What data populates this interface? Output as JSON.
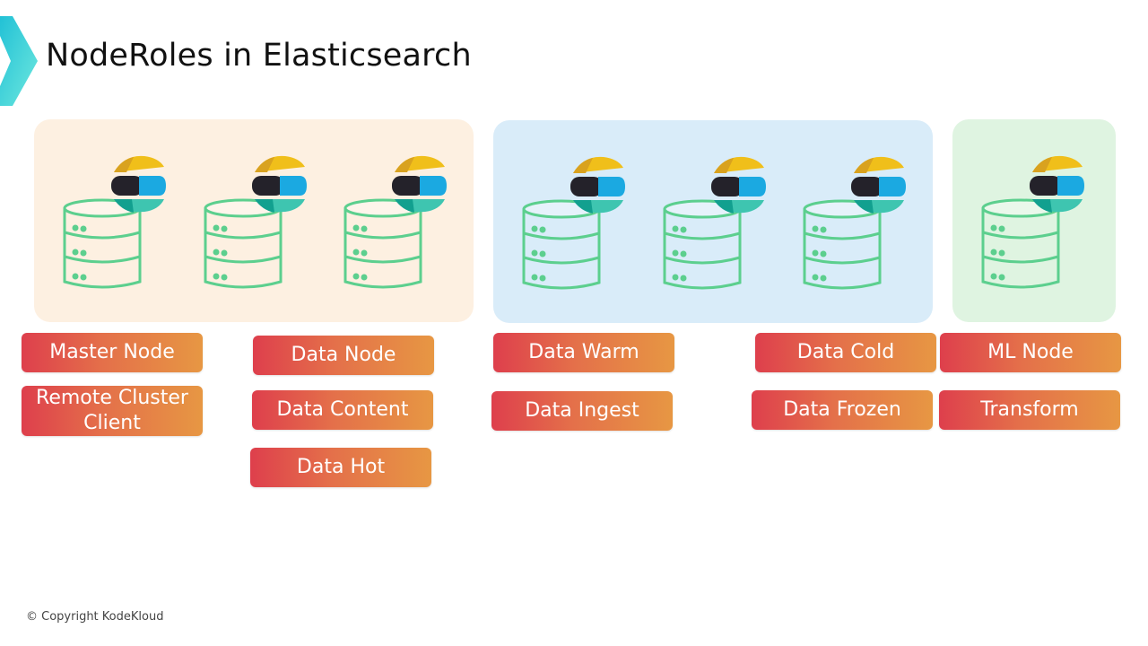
{
  "title": "NodeRoles in Elasticsearch",
  "colors": {
    "master_panel": "#fdf0e1",
    "data_panel": "#d9ecf9",
    "ml_panel": "#dff4e1",
    "badge_gradient_start": "#de3f4c",
    "badge_gradient_end": "#e79743",
    "db_stroke": "#5ccf8e",
    "accent_chevron": "#3fd1d9"
  },
  "groups": [
    {
      "name": "master-group",
      "icons": [
        "elasticsearch-node-icon",
        "elasticsearch-node-icon",
        "elasticsearch-node-icon"
      ]
    },
    {
      "name": "data-group",
      "icons": [
        "elasticsearch-node-icon",
        "elasticsearch-node-icon",
        "elasticsearch-node-icon"
      ]
    },
    {
      "name": "ml-group",
      "icons": [
        "elasticsearch-node-icon"
      ]
    }
  ],
  "roles": {
    "master_node": "Master Node",
    "remote_cluster_client": "Remote Cluster Client",
    "data_node": "Data Node",
    "data_content": "Data Content",
    "data_hot": "Data Hot",
    "data_warm": "Data Warm",
    "data_ingest": "Data Ingest",
    "data_cold": "Data Cold",
    "data_frozen": "Data Frozen",
    "ml_node": "ML Node",
    "transform": "Transform"
  },
  "footer": {
    "copyright": "© Copyright KodeKloud"
  }
}
